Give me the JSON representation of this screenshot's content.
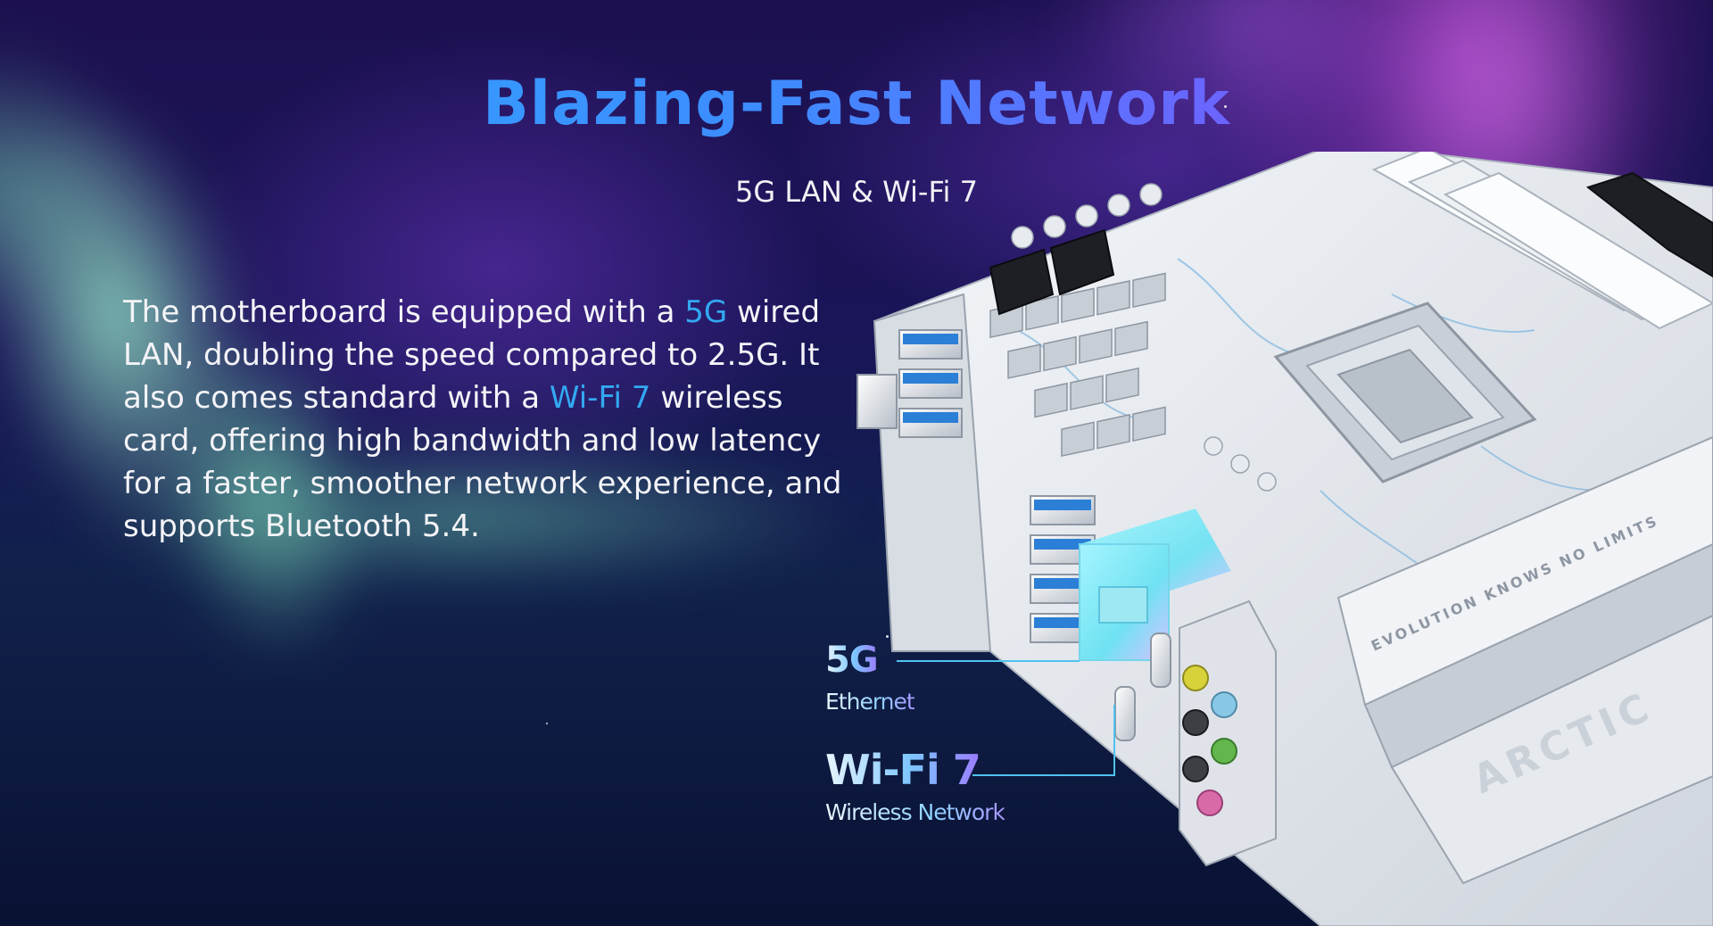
{
  "header": {
    "title": "Blazing-Fast Network",
    "subtitle": "5G LAN & Wi-Fi 7"
  },
  "description": {
    "segments": [
      "The motherboard is equipped with a ",
      "5G",
      " wired LAN, doubling the speed compared to 2.5G. It also comes standard with a ",
      "Wi-Fi 7",
      " wireless card, offering high bandwidth and low latency for a faster, smoother network experience, and supports Bluetooth 5.4."
    ],
    "line_breaks": [
      "The motherboard is equipped with a 5G wired",
      "LAN, doubling the speed compared to 2.5G.",
      "It also comes standard with a Wi-Fi 7 wireless",
      "card, offering high bandwidth and low latency",
      "for a faster, smoother network experience, and",
      "supports Bluetooth 5.4."
    ]
  },
  "callouts": {
    "ethernet": {
      "title": "5G",
      "label": "Ethernet"
    },
    "wifi": {
      "title": "Wi-Fi 7",
      "label": "Wireless Network"
    }
  },
  "board": {
    "silkscreen": "EVOLUTION KNOWS NO LIMITS",
    "brand_text": "ARCTIC"
  },
  "colors": {
    "highlight": "#33a8f2",
    "title_gradient_start": "#2fa9ff",
    "title_gradient_end": "#a356ff",
    "callout_line": "#4fc3f0",
    "board_white": "#e9edf2",
    "background": "#130c3e"
  }
}
